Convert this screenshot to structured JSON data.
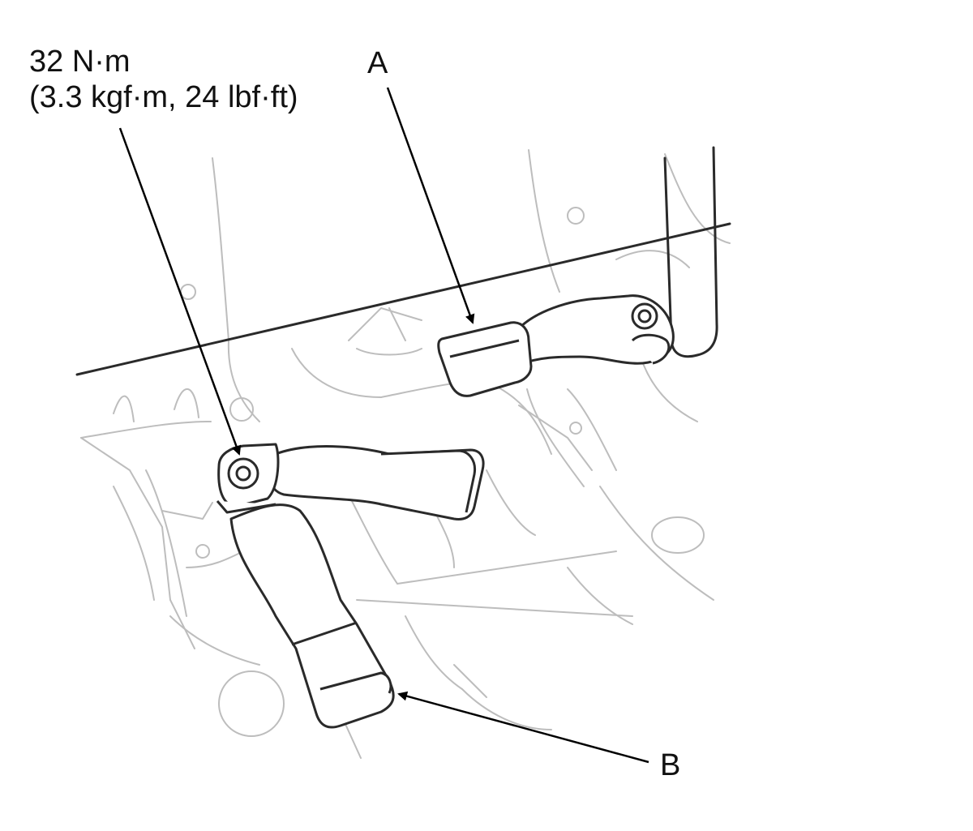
{
  "callouts": {
    "torque_value": "32 N·m",
    "torque_conversion": "(3.3 kgf·m, 24 lbf·ft)",
    "part_a": "A",
    "part_b": "B"
  },
  "colors": {
    "background_linework": "#bdbdbd",
    "part_linework": "#2a2a2a",
    "leader_lines": "#000000",
    "text": "#111111"
  }
}
